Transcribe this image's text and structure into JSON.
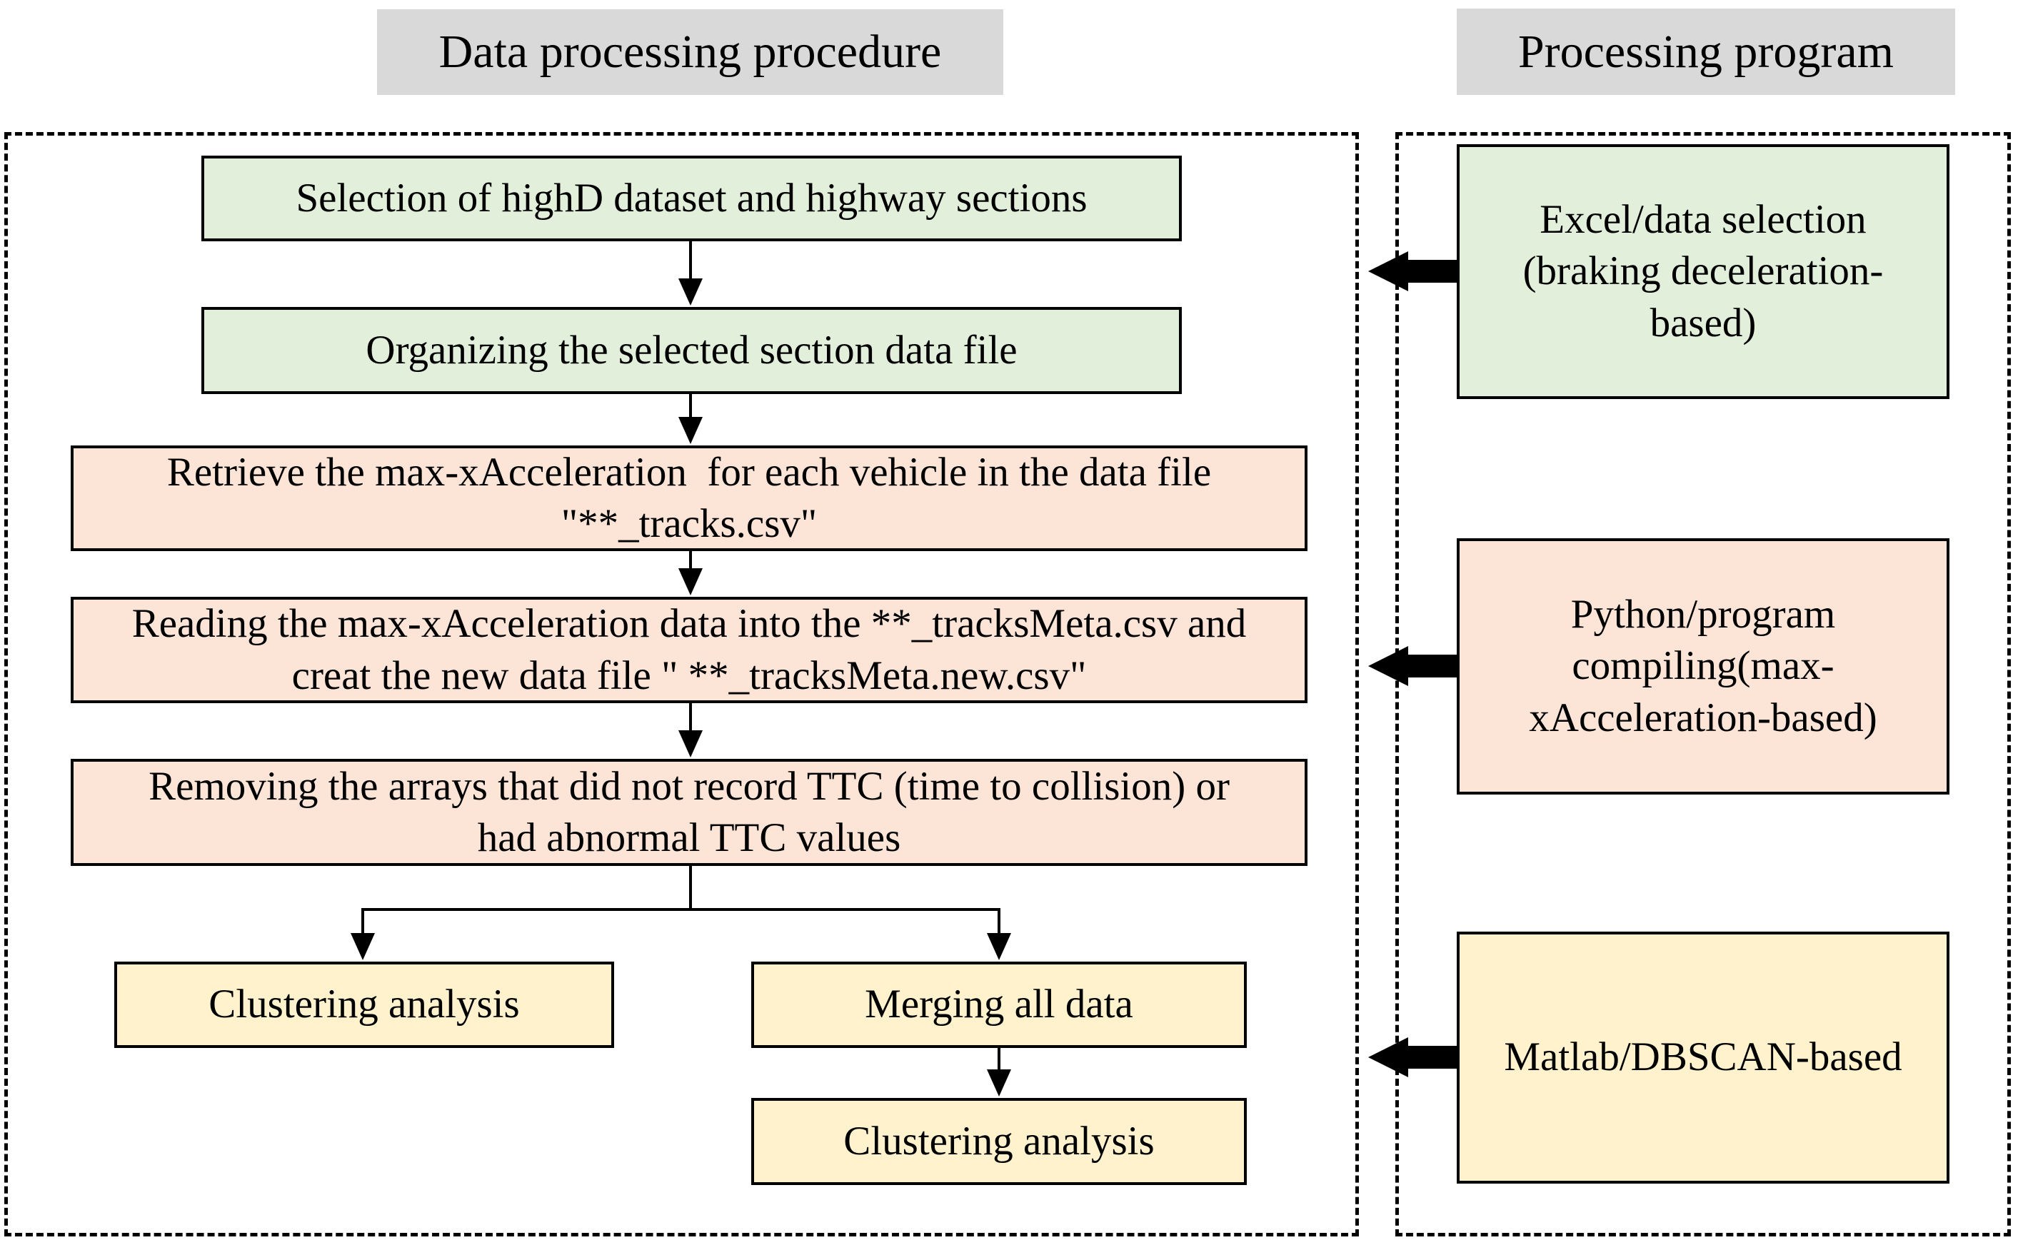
{
  "left_column": {
    "title": "Data processing procedure",
    "steps": [
      "Selection of highD dataset and highway sections",
      "Organizing the selected section data file",
      "Retrieve the max-xAcceleration  for each vehicle in the data file\n\"**_tracks.csv\"",
      "Reading the max-xAcceleration data into the **_tracksMeta.csv and\ncreat the new data file \" **_tracksMeta.new.csv\"",
      "Removing the arrays that did not record TTC (time to collision) or\nhad abnormal TTC values",
      "Clustering analysis",
      "Merging all data",
      "Clustering analysis"
    ]
  },
  "right_column": {
    "title": "Processing program",
    "programs": [
      "Excel/data selection\n(braking deceleration-\nbased)",
      "Python/program\ncompiling(max-\nxAcceleration-based)",
      "Matlab/DBSCAN-based"
    ]
  },
  "palette": {
    "background": "#ffffff",
    "header_bg": "#d9d9d9",
    "step_green": "#e2efda",
    "step_orange": "#fce4d6",
    "step_yellow": "#fff2cc",
    "border": "#000000",
    "arrow": "#000000"
  }
}
